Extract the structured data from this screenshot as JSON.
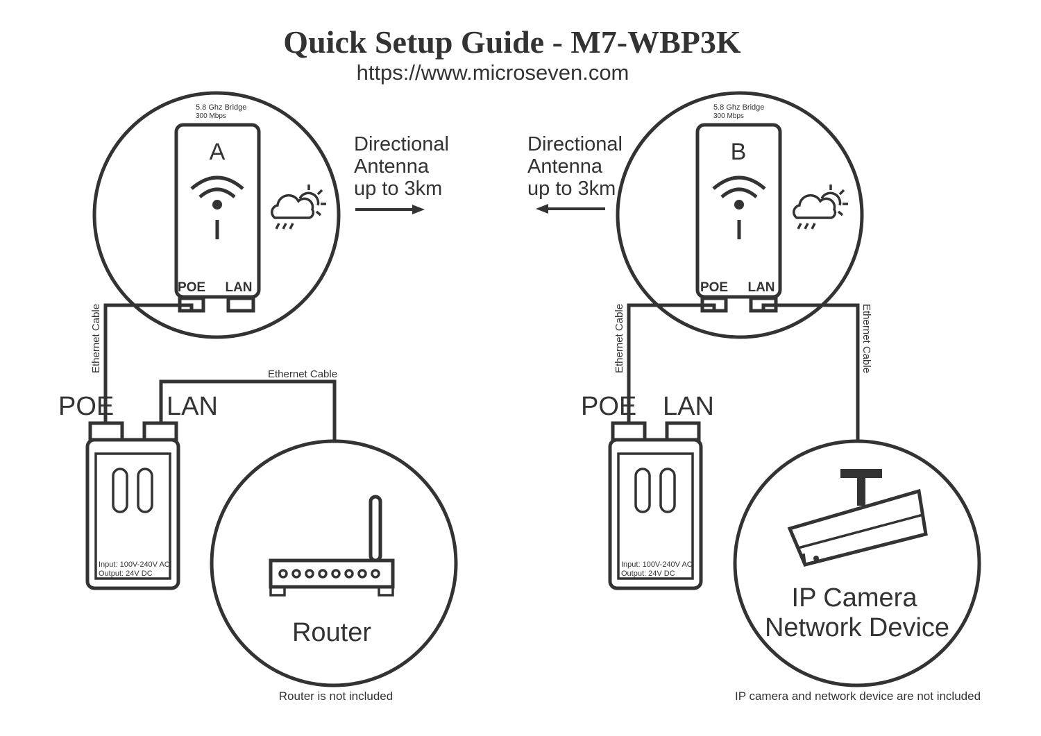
{
  "header": {
    "title": "Quick Setup Guide - M7-WBP3K",
    "url": "https://www.microseven.com"
  },
  "bridge_a": {
    "spec_line1": "5.8 Ghz Bridge",
    "spec_line2": "300 Mbps",
    "letter": "A",
    "port_poe": "POE",
    "port_lan": "LAN",
    "antenna_line1": "Directional",
    "antenna_line2": "Antenna",
    "antenna_line3": "up to 3km",
    "weather_icon": "cloud-sun-rain-icon",
    "arrow": "arrow-right-icon"
  },
  "bridge_b": {
    "spec_line1": "5.8 Ghz Bridge",
    "spec_line2": "300 Mbps",
    "letter": "B",
    "port_poe": "POE",
    "port_lan": "LAN",
    "antenna_line1": "Directional",
    "antenna_line2": "Antenna",
    "antenna_line3": "up to 3km",
    "weather_icon": "cloud-sun-rain-icon",
    "arrow": "arrow-left-icon"
  },
  "left_side": {
    "cable_to_bridge": "Ethernet Cable",
    "cable_to_router": "Ethernet Cable",
    "injector_poe": "POE",
    "injector_lan": "LAN",
    "injector_input": "Input: 100V-240V AC",
    "injector_output": "Output: 24V DC",
    "router_label": "Router",
    "router_note": "Router is not included"
  },
  "right_side": {
    "cable_to_bridge": "Ethernet Cable",
    "cable_to_camera": "Ethernet Cable",
    "injector_poe": "POE",
    "injector_lan": "LAN",
    "injector_input": "Input: 100V-240V AC",
    "injector_output": "Output: 24V DC",
    "device_line1": "IP Camera",
    "device_line2": "Network Device",
    "device_note": "IP camera and network device are not included"
  }
}
